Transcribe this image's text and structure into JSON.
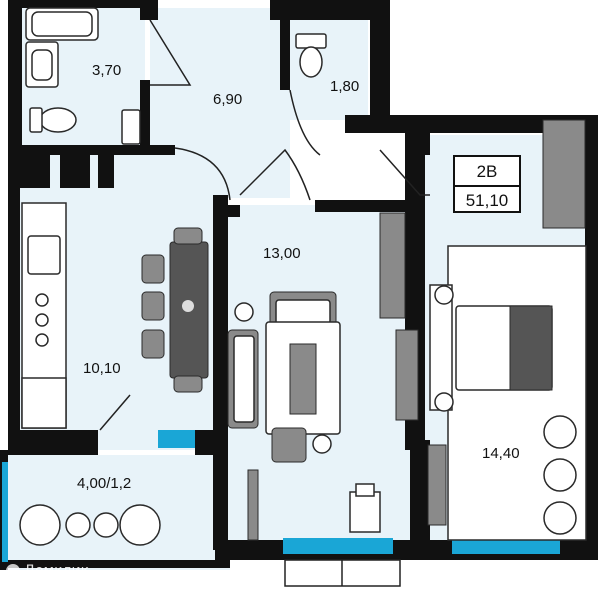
{
  "rooms": {
    "bathroom": "3,70",
    "hallway": "6,90",
    "toilet": "1,80",
    "living": "13,00",
    "kitchen": "10,10",
    "balcony": "4,00/1,2",
    "bedroom": "14,40"
  },
  "badge": {
    "type": "2В",
    "area": "51,10"
  },
  "watermark": "Домклик",
  "colors": {
    "wall": "#111111",
    "floor": "#e8f3f9",
    "window": "#1aa6d6"
  }
}
